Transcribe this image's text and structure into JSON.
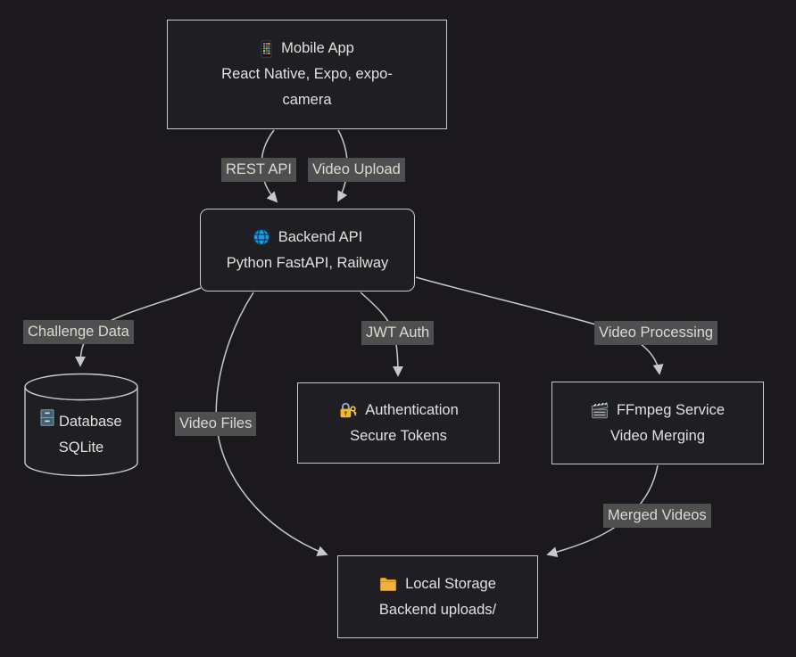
{
  "diagram": {
    "nodes": {
      "mobile_app": {
        "icon": "mobile-phone-icon",
        "title": "Mobile App",
        "subtitle": "React Native, Expo, expo-camera"
      },
      "backend_api": {
        "icon": "globe-icon",
        "title": "Backend API",
        "subtitle": "Python FastAPI, Railway"
      },
      "database": {
        "icon": "file-cabinet-icon",
        "title": "Database",
        "subtitle": "SQLite"
      },
      "authentication": {
        "icon": "lock-key-icon",
        "title": "Authentication",
        "subtitle": "Secure Tokens"
      },
      "ffmpeg_service": {
        "icon": "clapperboard-icon",
        "title": "FFmpeg Service",
        "subtitle": "Video Merging"
      },
      "local_storage": {
        "icon": "folder-icon",
        "title": "Local Storage",
        "subtitle": "Backend uploads/"
      }
    },
    "edges": [
      {
        "from": "mobile_app",
        "to": "backend_api",
        "label": "REST API"
      },
      {
        "from": "mobile_app",
        "to": "backend_api",
        "label": "Video Upload"
      },
      {
        "from": "backend_api",
        "to": "database",
        "label": "Challenge Data"
      },
      {
        "from": "backend_api",
        "to": "local_storage",
        "label": "Video Files"
      },
      {
        "from": "backend_api",
        "to": "authentication",
        "label": "JWT Auth"
      },
      {
        "from": "backend_api",
        "to": "ffmpeg_service",
        "label": "Video Processing"
      },
      {
        "from": "ffmpeg_service",
        "to": "local_storage",
        "label": "Merged Videos"
      }
    ],
    "colors": {
      "background": "#1b191d",
      "node_fill": "#1f1f23",
      "node_border": "#c9c9c9",
      "edge_line": "#c9c9c9",
      "edge_label_bg": "#4f4f4f",
      "text": "#e3e1de",
      "globe_blue": "#1e9ce0",
      "lock_gold": "#f2b632",
      "folder_amber": "#f0b23e"
    }
  }
}
